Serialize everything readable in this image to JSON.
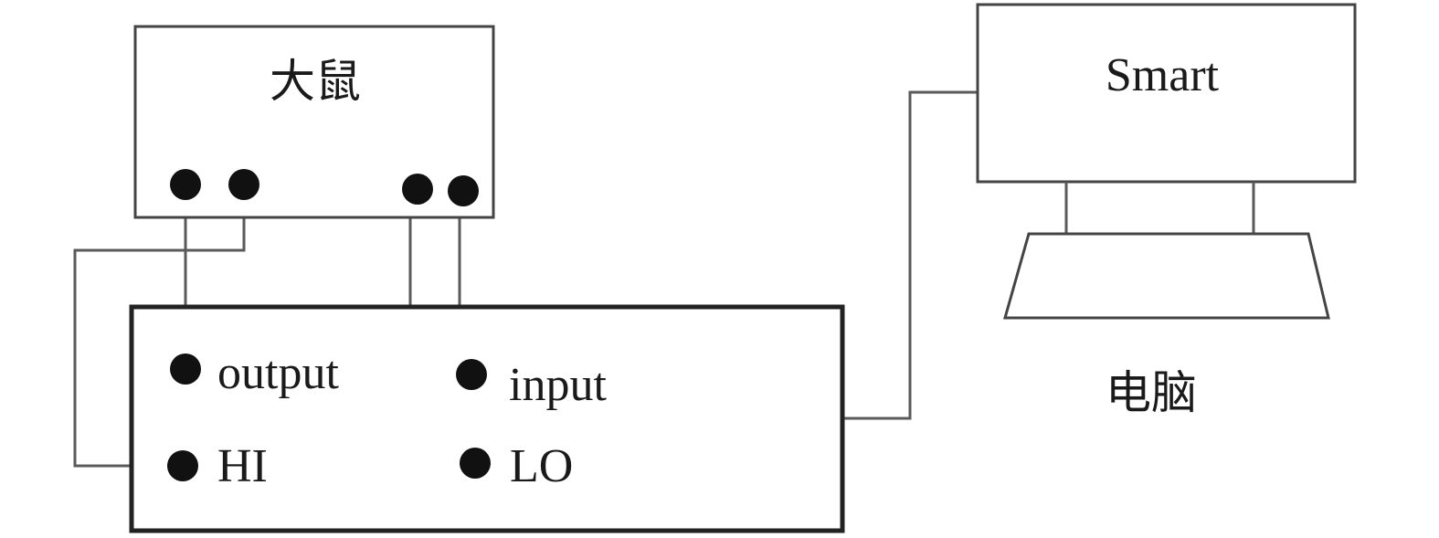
{
  "rat": {
    "label": "大鼠"
  },
  "instrument": {
    "output_label": "output",
    "input_label": "input",
    "hi_label": "HI",
    "lo_label": "LO"
  },
  "computer": {
    "screen_label": "Smart",
    "caption": "电脑"
  },
  "colors": {
    "stroke": "#444444",
    "terminal": "#111111"
  }
}
